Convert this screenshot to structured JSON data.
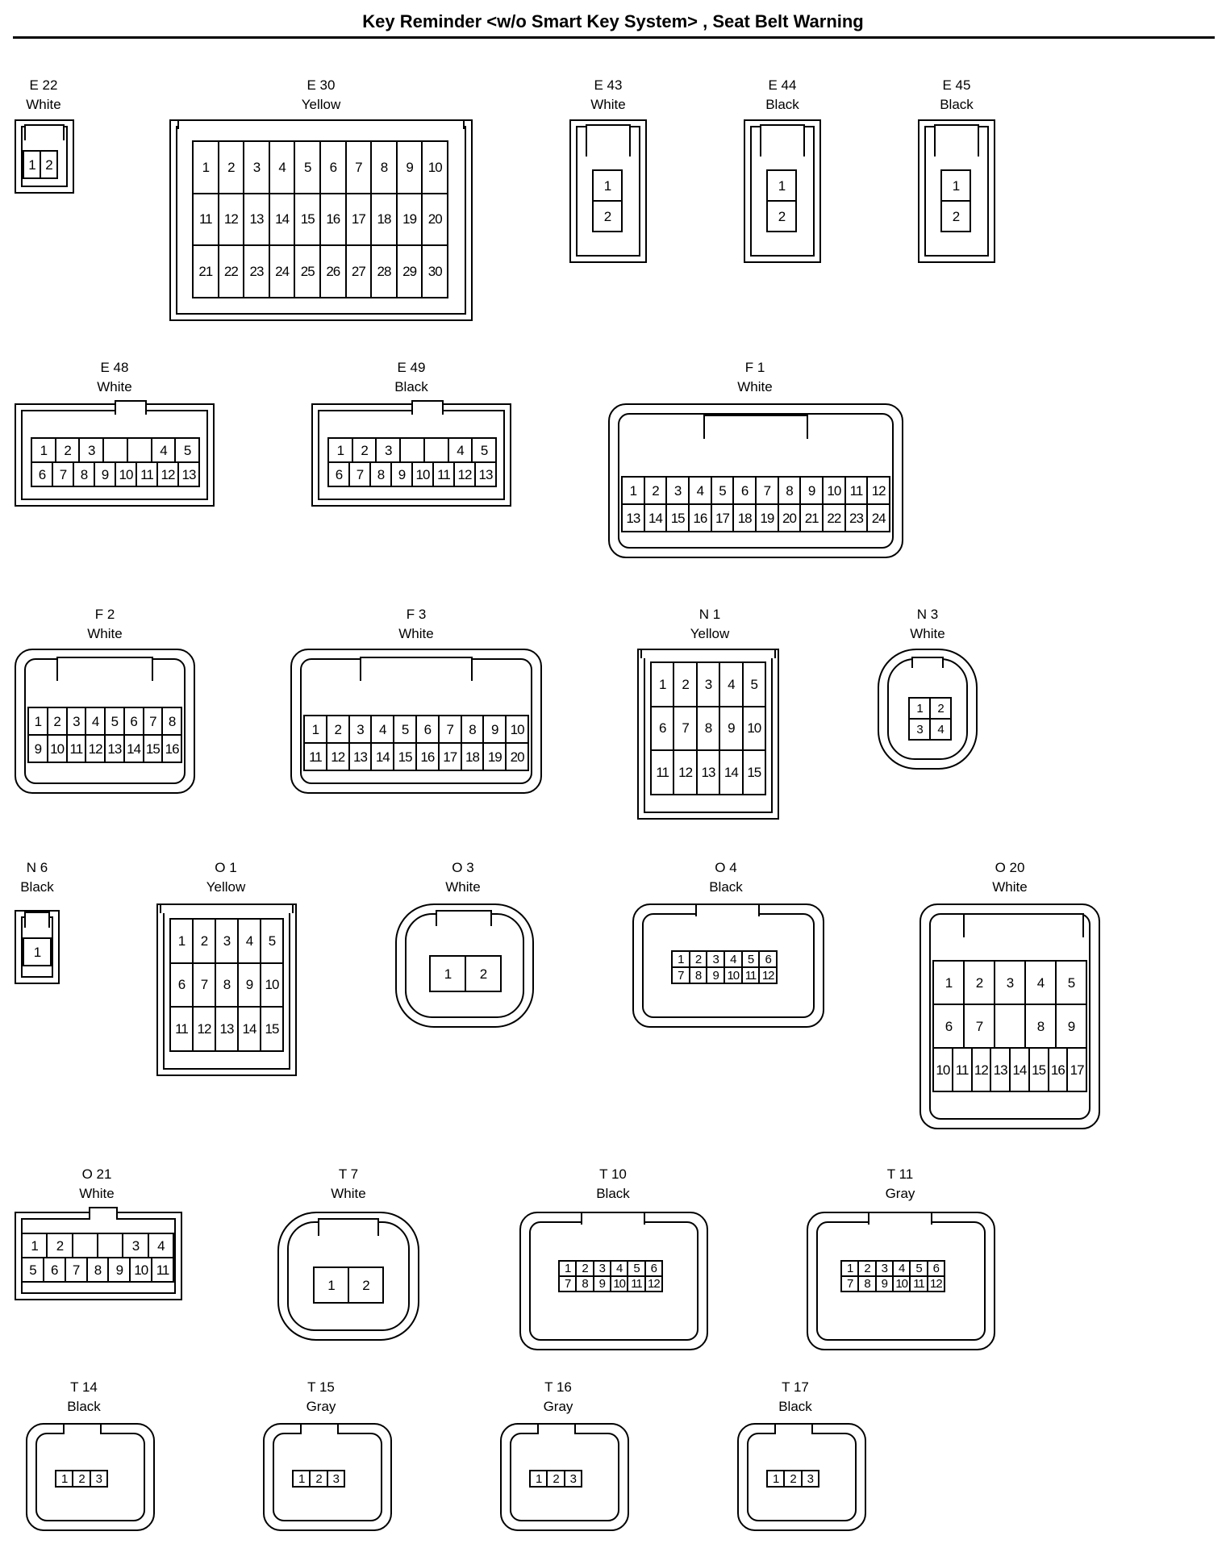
{
  "title": "Key Reminder <w/o Smart Key System> , Seat Belt Warning",
  "connectors": [
    {
      "id": "E 22",
      "color": "White",
      "rows": [
        [
          "1",
          "2"
        ]
      ]
    },
    {
      "id": "E 30",
      "color": "Yellow",
      "rows": [
        [
          "1",
          "2",
          "3",
          "4",
          "5",
          "6",
          "7",
          "8",
          "9",
          "10"
        ],
        [
          "11",
          "12",
          "13",
          "14",
          "15",
          "16",
          "17",
          "18",
          "19",
          "20"
        ],
        [
          "21",
          "22",
          "23",
          "24",
          "25",
          "26",
          "27",
          "28",
          "29",
          "30"
        ]
      ]
    },
    {
      "id": "E 43",
      "color": "White",
      "rows": [
        [
          "1"
        ],
        [
          "2"
        ]
      ]
    },
    {
      "id": "E 44",
      "color": "Black",
      "rows": [
        [
          "1"
        ],
        [
          "2"
        ]
      ]
    },
    {
      "id": "E 45",
      "color": "Black",
      "rows": [
        [
          "1"
        ],
        [
          "2"
        ]
      ]
    },
    {
      "id": "E 48",
      "color": "White",
      "rows": [
        [
          "1",
          "2",
          "3",
          "",
          "",
          "4",
          "5"
        ],
        [
          "6",
          "7",
          "8",
          "9",
          "10",
          "11",
          "12",
          "13"
        ]
      ]
    },
    {
      "id": "E 49",
      "color": "Black",
      "rows": [
        [
          "1",
          "2",
          "3",
          "",
          "",
          "4",
          "5"
        ],
        [
          "6",
          "7",
          "8",
          "9",
          "10",
          "11",
          "12",
          "13"
        ]
      ]
    },
    {
      "id": "F 1",
      "color": "White",
      "rows": [
        [
          "1",
          "2",
          "3",
          "4",
          "5",
          "6",
          "7",
          "8",
          "9",
          "10",
          "11",
          "12"
        ],
        [
          "13",
          "14",
          "15",
          "16",
          "17",
          "18",
          "19",
          "20",
          "21",
          "22",
          "23",
          "24"
        ]
      ]
    },
    {
      "id": "F 2",
      "color": "White",
      "rows": [
        [
          "1",
          "2",
          "3",
          "4",
          "5",
          "6",
          "7",
          "8"
        ],
        [
          "9",
          "10",
          "11",
          "12",
          "13",
          "14",
          "15",
          "16"
        ]
      ]
    },
    {
      "id": "F 3",
      "color": "White",
      "rows": [
        [
          "1",
          "2",
          "3",
          "4",
          "5",
          "6",
          "7",
          "8",
          "9",
          "10"
        ],
        [
          "11",
          "12",
          "13",
          "14",
          "15",
          "16",
          "17",
          "18",
          "19",
          "20"
        ]
      ]
    },
    {
      "id": "N 1",
      "color": "Yellow",
      "rows": [
        [
          "1",
          "2",
          "3",
          "4",
          "5"
        ],
        [
          "6",
          "7",
          "8",
          "9",
          "10"
        ],
        [
          "11",
          "12",
          "13",
          "14",
          "15"
        ]
      ]
    },
    {
      "id": "N 3",
      "color": "White",
      "rows": [
        [
          "1",
          "2"
        ],
        [
          "3",
          "4"
        ]
      ]
    },
    {
      "id": "N 6",
      "color": "Black",
      "rows": [
        [
          "1"
        ]
      ]
    },
    {
      "id": "O 1",
      "color": "Yellow",
      "rows": [
        [
          "1",
          "2",
          "3",
          "4",
          "5"
        ],
        [
          "6",
          "7",
          "8",
          "9",
          "10"
        ],
        [
          "11",
          "12",
          "13",
          "14",
          "15"
        ]
      ]
    },
    {
      "id": "O 3",
      "color": "White",
      "rows": [
        [
          "1",
          "2"
        ]
      ]
    },
    {
      "id": "O 4",
      "color": "Black",
      "rows": [
        [
          "1",
          "2",
          "3",
          "4",
          "5",
          "6"
        ],
        [
          "7",
          "8",
          "9",
          "10",
          "11",
          "12"
        ]
      ]
    },
    {
      "id": "O 20",
      "color": "White",
      "rows": [
        [
          "1",
          "2",
          "3",
          "4",
          "5"
        ],
        [
          "6",
          "7",
          "",
          "8",
          "9"
        ],
        [
          "10",
          "11",
          "12",
          "13",
          "14",
          "15",
          "16",
          "17"
        ]
      ]
    },
    {
      "id": "O 21",
      "color": "White",
      "rows": [
        [
          "1",
          "2",
          "",
          "",
          "3",
          "4"
        ],
        [
          "5",
          "6",
          "7",
          "8",
          "9",
          "10",
          "11"
        ]
      ]
    },
    {
      "id": "T 7",
      "color": "White",
      "rows": [
        [
          "1",
          "2"
        ]
      ]
    },
    {
      "id": "T 10",
      "color": "Black",
      "rows": [
        [
          "1",
          "2",
          "3",
          "4",
          "5",
          "6"
        ],
        [
          "7",
          "8",
          "9",
          "10",
          "11",
          "12"
        ]
      ]
    },
    {
      "id": "T 11",
      "color": "Gray",
      "rows": [
        [
          "1",
          "2",
          "3",
          "4",
          "5",
          "6"
        ],
        [
          "7",
          "8",
          "9",
          "10",
          "11",
          "12"
        ]
      ]
    },
    {
      "id": "T 14",
      "color": "Black",
      "rows": [
        [
          "1",
          "2",
          "3"
        ]
      ]
    },
    {
      "id": "T 15",
      "color": "Gray",
      "rows": [
        [
          "1",
          "2",
          "3"
        ]
      ]
    },
    {
      "id": "T 16",
      "color": "Gray",
      "rows": [
        [
          "1",
          "2",
          "3"
        ]
      ]
    },
    {
      "id": "T 17",
      "color": "Black",
      "rows": [
        [
          "1",
          "2",
          "3"
        ]
      ]
    }
  ]
}
